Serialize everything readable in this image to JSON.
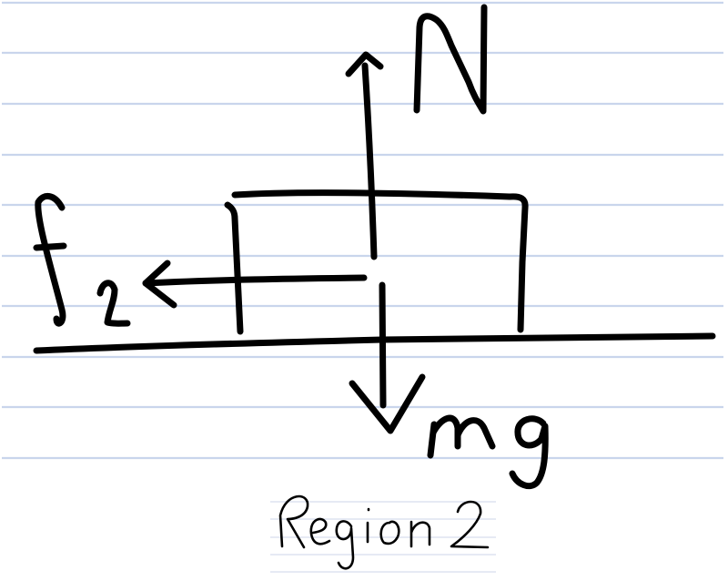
{
  "diagram": {
    "type": "free-body-diagram",
    "style": "handwritten on lined notebook paper",
    "paper": {
      "background": "#ffffff",
      "rule_color": "#c9d5ec",
      "ink_color": "#000000"
    },
    "object": "block resting on horizontal surface",
    "forces": [
      {
        "label": "N",
        "direction": "up",
        "meaning": "normal force"
      },
      {
        "label": "mg",
        "direction": "down",
        "meaning": "weight"
      },
      {
        "label": "f",
        "subscript": "2",
        "direction": "left",
        "meaning": "friction"
      }
    ],
    "labels": {
      "normal": "N",
      "weight": "mg",
      "friction_base": "f",
      "friction_subscript": "2"
    },
    "caption": "Region 2"
  }
}
